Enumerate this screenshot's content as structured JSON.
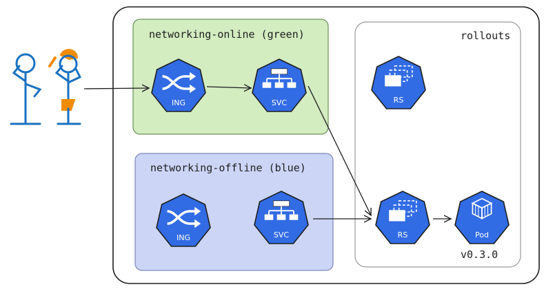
{
  "colors": {
    "k8s_blue": "#326ce5",
    "green_fill": "#d3ecc0",
    "blue_fill": "#ccd5f6",
    "stroke": "#1e1e1e",
    "person_blue": "#1971c2",
    "person_orange": "#f08c00"
  },
  "groups": {
    "online": {
      "label": "networking-online (green)"
    },
    "offline": {
      "label": "networking-offline (blue)"
    },
    "rollouts": {
      "label": "rollouts",
      "version": "v0.3.0"
    }
  },
  "nodes": {
    "ing_online": {
      "label": "ING",
      "icon": "shuffle-icon"
    },
    "svc_online": {
      "label": "SVC",
      "icon": "service-icon"
    },
    "ing_offline": {
      "label": "ING",
      "icon": "shuffle-icon"
    },
    "svc_offline": {
      "label": "SVC",
      "icon": "service-icon"
    },
    "rs_top": {
      "label": "RS",
      "icon": "replicaset-icon"
    },
    "rs_bottom": {
      "label": "RS",
      "icon": "replicaset-icon"
    },
    "pod": {
      "label": "Pod",
      "icon": "pod-icon"
    }
  },
  "users": {
    "icon": "users-icon"
  }
}
